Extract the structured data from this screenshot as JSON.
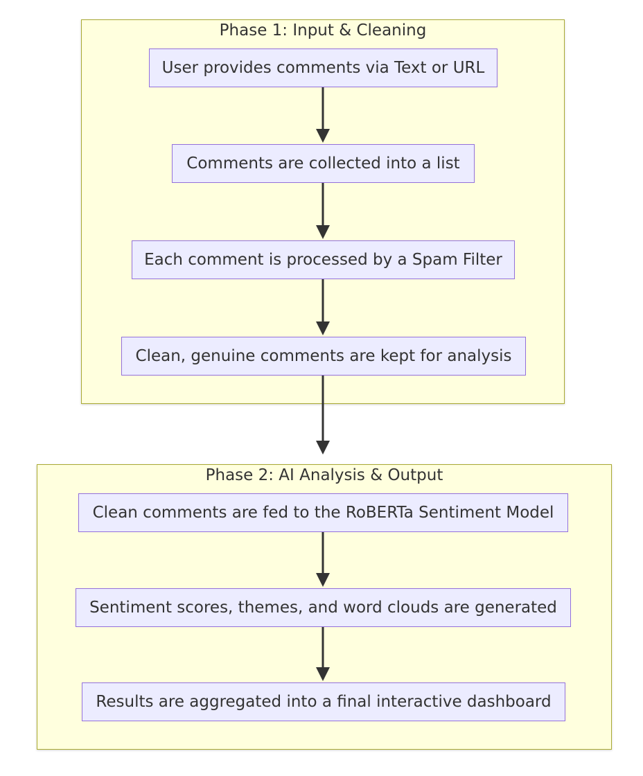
{
  "phases": [
    {
      "title": "Phase 1: Input & Cleaning",
      "steps": [
        "User provides comments via Text or URL",
        "Comments are collected into a list",
        "Each comment is processed by a Spam Filter",
        "Clean, genuine comments are kept for analysis"
      ]
    },
    {
      "title": "Phase 2: AI Analysis & Output",
      "steps": [
        "Clean comments are fed to the RoBERTa Sentiment Model",
        "Sentiment scores, themes, and word clouds are generated",
        "Results are aggregated into a final interactive dashboard"
      ]
    }
  ],
  "colors": {
    "phase_fill": "#ffffde",
    "phase_border": "#aaaa33",
    "node_fill": "#ececff",
    "node_border": "#9370db",
    "edge": "#333333",
    "text": "#333333"
  }
}
